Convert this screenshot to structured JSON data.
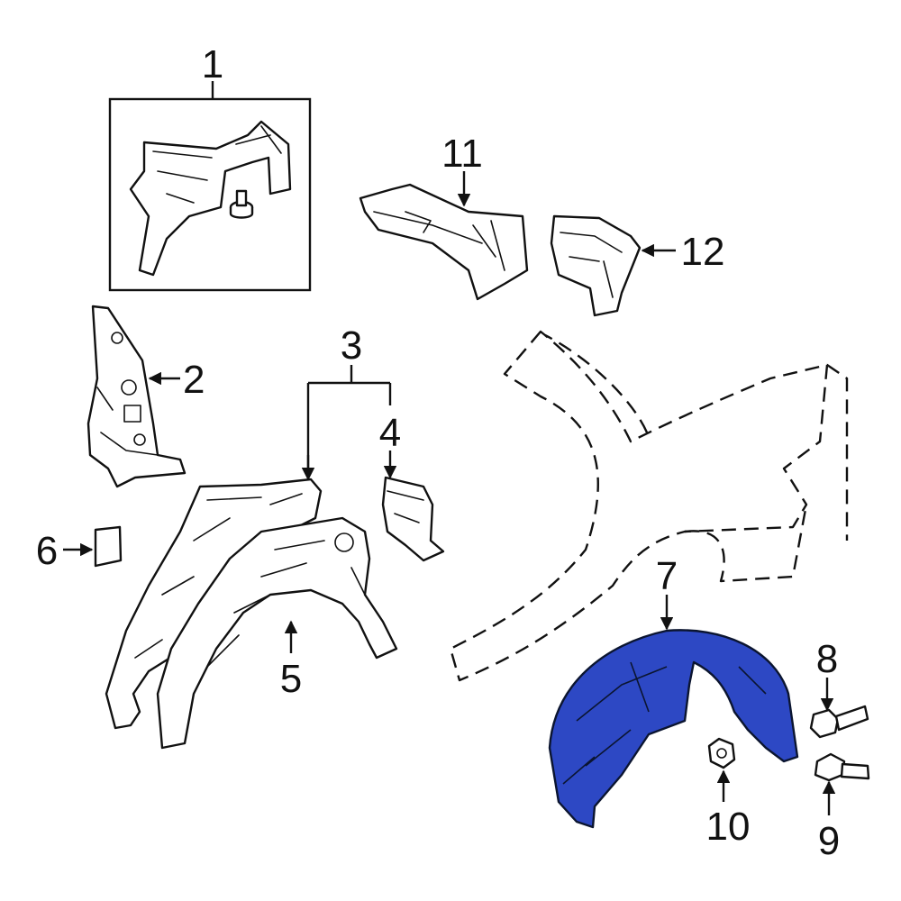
{
  "diagram": {
    "accent_color": "#2d48c4",
    "callouts": [
      {
        "id": "1",
        "text": "1"
      },
      {
        "id": "2",
        "text": "2"
      },
      {
        "id": "3",
        "text": "3"
      },
      {
        "id": "4",
        "text": "4"
      },
      {
        "id": "5",
        "text": "5"
      },
      {
        "id": "6",
        "text": "6"
      },
      {
        "id": "7",
        "text": "7"
      },
      {
        "id": "8",
        "text": "8"
      },
      {
        "id": "9",
        "text": "9"
      },
      {
        "id": "10",
        "text": "10"
      },
      {
        "id": "11",
        "text": "11"
      },
      {
        "id": "12",
        "text": "12"
      }
    ],
    "highlighted_part": "7"
  }
}
